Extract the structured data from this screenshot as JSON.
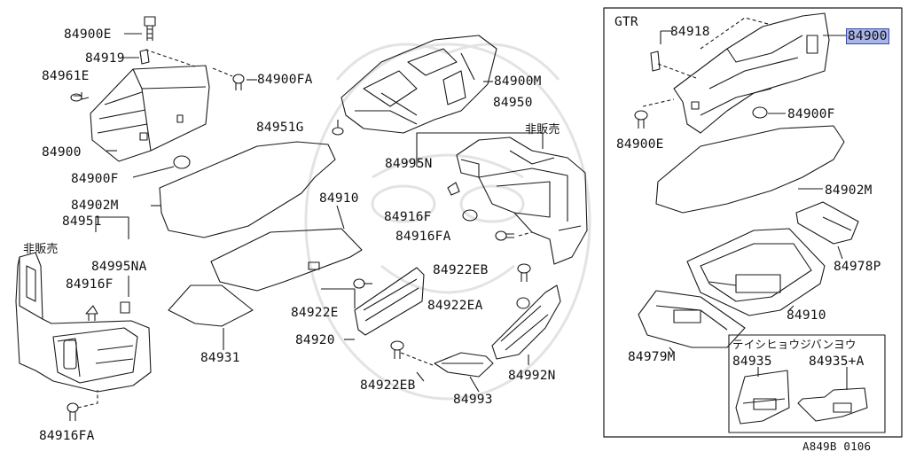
{
  "diagram": {
    "ref_code": "A849B 0106",
    "highlight_color": "#a9b4e8",
    "inset": {
      "title": "GTR",
      "subbox_title": "テイシヒョウジバンヨウ"
    },
    "labels": {
      "p84900E": "84900E",
      "p84919": "84919",
      "p84961E": "84961E",
      "p84900": "84900",
      "p84900F": "84900F",
      "p84902M": "84902M",
      "p84951": "84951",
      "not_for_sale_left": "非販売",
      "p84995NA": "84995NA",
      "p84916F": "84916F",
      "p84916FA": "84916FA",
      "p84900FA": "84900FA",
      "p84951G": "84951G",
      "p84900M": "84900M",
      "p84950": "84950",
      "not_for_sale_center": "非販売",
      "p84995N": "84995N",
      "p84910": "84910",
      "p84916F_c": "84916F",
      "p84916FA_c": "84916FA",
      "p84922EB": "84922EB",
      "p84922E": "84922E",
      "p84922EA": "84922EA",
      "p84920": "84920",
      "p84931": "84931",
      "p84922EB_b": "84922EB",
      "p84993": "84993",
      "p84992N": "84992N",
      "g84918": "84918",
      "g84900_hl": "84900",
      "g84900F": "84900F",
      "g84900E": "84900E",
      "g84902M": "84902M",
      "g84978P": "84978P",
      "g84910": "84910",
      "g84979M": "84979M",
      "g84935": "84935",
      "g84935A": "84935+A"
    }
  }
}
